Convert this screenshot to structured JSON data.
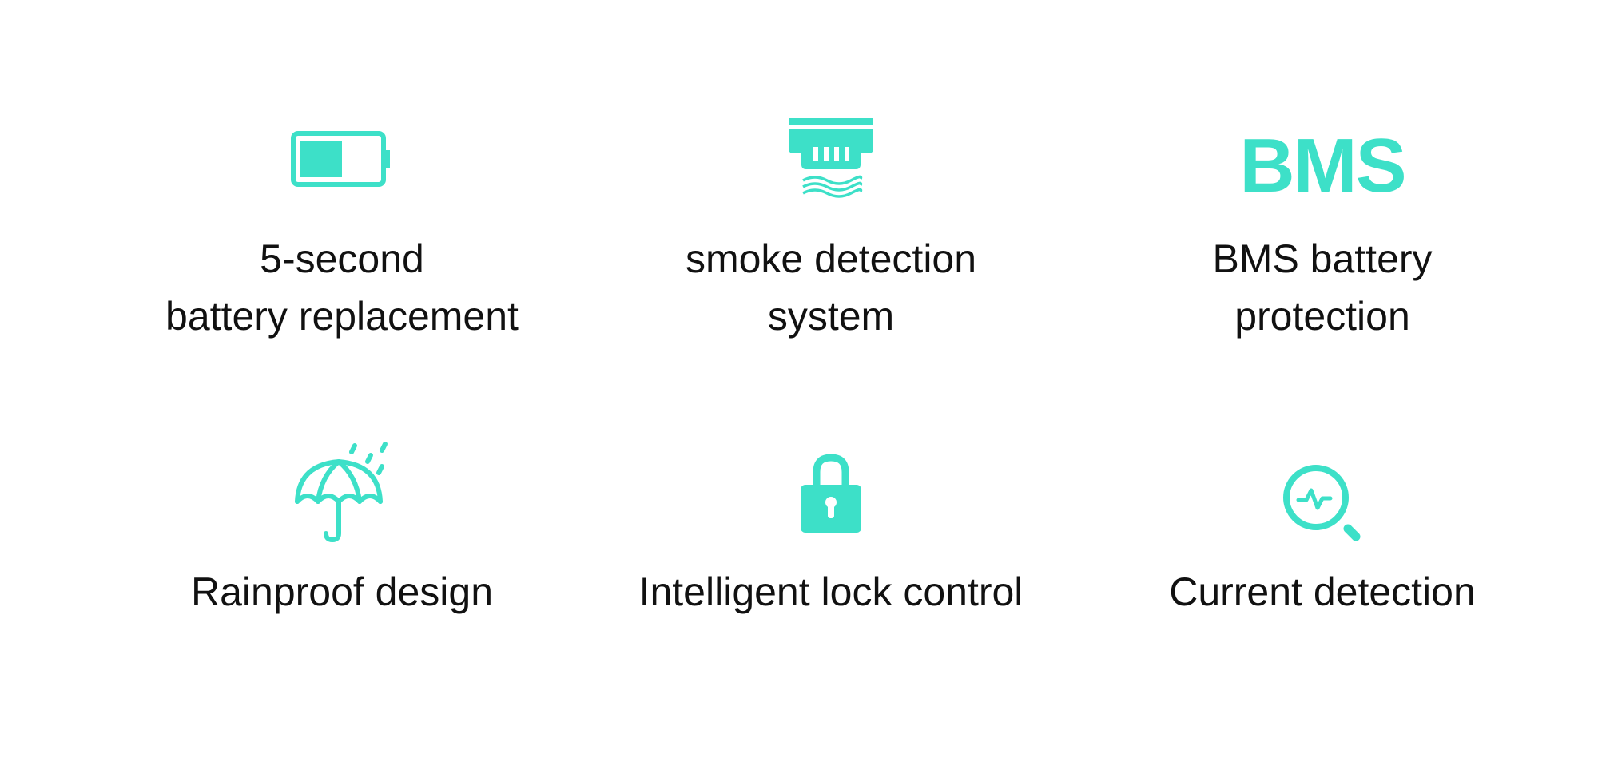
{
  "accent_color": "#3de0c8",
  "text_color": "#111111",
  "features": [
    {
      "icon": "battery-icon",
      "label_lines": [
        "5-second",
        "battery replacement"
      ]
    },
    {
      "icon": "smoke-detector-icon",
      "label_lines": [
        "smoke detection",
        "system"
      ]
    },
    {
      "icon": "bms-text-icon",
      "icon_text": "BMS",
      "label_lines": [
        "BMS battery",
        "protection"
      ]
    },
    {
      "icon": "umbrella-rain-icon",
      "label_lines": [
        "Rainproof design"
      ]
    },
    {
      "icon": "padlock-icon",
      "label_lines": [
        "Intelligent lock control"
      ]
    },
    {
      "icon": "current-detection-magnifier-icon",
      "label_lines": [
        "Current detection"
      ]
    }
  ]
}
